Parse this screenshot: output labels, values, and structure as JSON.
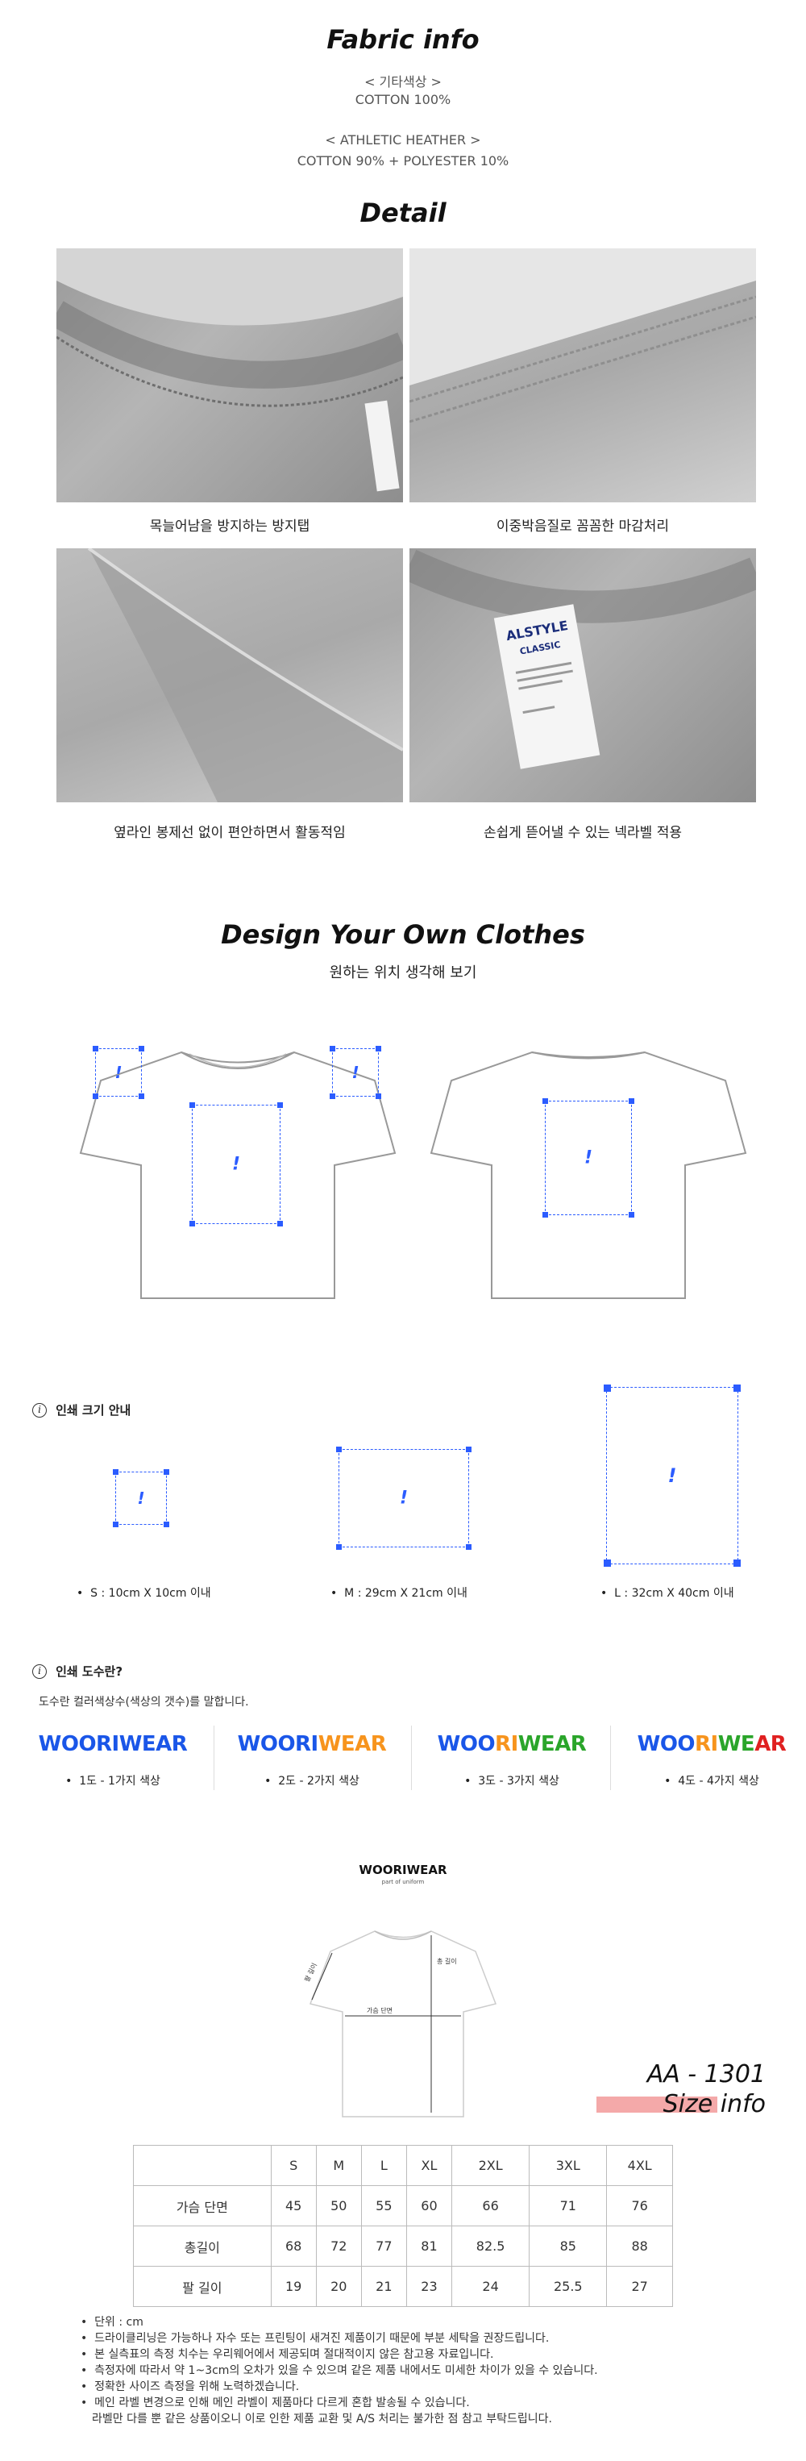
{
  "fabric": {
    "title": "Fabric info",
    "line1": "< 기타색상 >",
    "line2": "COTTON 100%",
    "line3": "< ATHLETIC HEATHER >",
    "line4": "COTTON 90% + POLYESTER 10%"
  },
  "detail": {
    "title": "Detail",
    "captions": [
      "목늘어남을 방지하는 방지탭",
      "이중박음질로 꼼꼼한 마감처리",
      "옆라인 봉제선 없이 편안하면서 활동적임",
      "손쉽게 뜯어낼 수 있는 넥라벨 적용"
    ],
    "label_brand": "ALSTYLE",
    "label_sub": "CLASSIC"
  },
  "design": {
    "title": "Design Your Own Clothes",
    "subtitle": "원하는 위치 생각해 보기",
    "mark": "!"
  },
  "print_size": {
    "heading": "인쇄 크기 안내",
    "icon": "i",
    "sizes": [
      "S : 10cm X 10cm 이내",
      "M : 29cm X 21cm 이내",
      "L : 32cm X 40cm 이내"
    ]
  },
  "colors": {
    "heading": "인쇄 도수란?",
    "desc": "도수란 컬러색상수(색상의 갯수)를 말합니다.",
    "logo_a": "WOORI",
    "logo_b": "WEAR",
    "brand_blue": "#1a56e8",
    "accent_colors": [
      "#1a56e8",
      "#f7941d",
      "#2aa52a",
      "#e02020"
    ],
    "items": [
      "1도 - 1가지 색상",
      "2도 - 2가지 색상",
      "3도 - 3가지 색상",
      "4도 - 4가지 색상"
    ]
  },
  "size_info": {
    "brand": "WOORIWEAR",
    "brand_sub": "part of uniform",
    "model": "AA - 1301",
    "title": "Size info",
    "measure_length": "총 길이",
    "measure_chest": "가슴 단면",
    "measure_sleeve": "팔 길이",
    "headers": [
      "",
      "S",
      "M",
      "L",
      "XL",
      "2XL",
      "3XL",
      "4XL"
    ],
    "rows": [
      [
        "가슴 단면",
        "45",
        "50",
        "55",
        "60",
        "66",
        "71",
        "76"
      ],
      [
        "총길이",
        "68",
        "72",
        "77",
        "81",
        "82.5",
        "85",
        "88"
      ],
      [
        "팔 길이",
        "19",
        "20",
        "21",
        "23",
        "24",
        "25.5",
        "27"
      ]
    ],
    "notes": [
      "단위 : cm",
      "드라이클리닝은 가능하나 자수 또는 프린팅이 새겨진 제품이기 때문에 부분 세탁을 권장드립니다.",
      "본 실측표의 측정 치수는 우리웨어에서 제공되며 절대적이지 않은 참고용 자료입니다.",
      "측정자에 따라서 약 1~3cm의 오차가 있을 수 있으며 같은 제품 내에서도 미세한 차이가 있을 수 있습니다.",
      "정확한 사이즈 측정을 위해 노력하겠습니다.",
      "메인 라벨 변경으로 인해 메인 라벨이 제품마다 다르게 혼합 발송될 수 있습니다.",
      "라벨만 다를 뿐 같은 상품이오니 이로 인한 제품 교환 및 A/S 처리는 불가한 점 참고 부탁드립니다."
    ]
  }
}
